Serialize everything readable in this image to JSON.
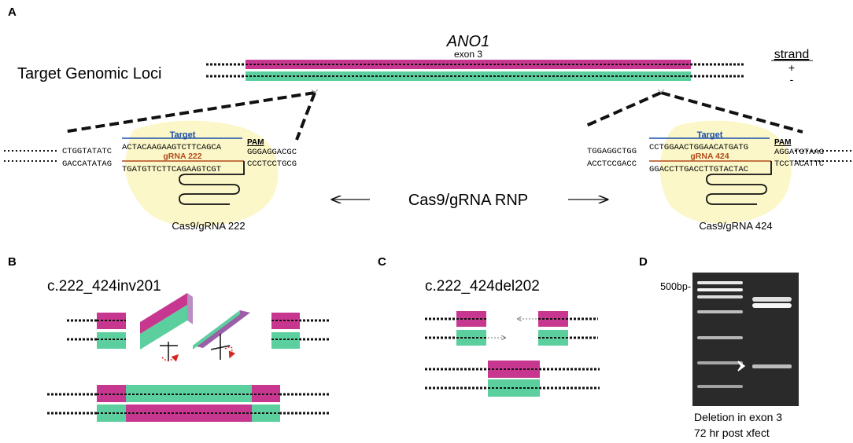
{
  "panels": {
    "a": {
      "letter": "A",
      "gene": "ANO1",
      "exon": "exon 3",
      "locus_label": "Target Genomic Loci",
      "strand": {
        "heading": "strand",
        "plus": "+",
        "minus": "-"
      },
      "left_site": {
        "target_label": "Target",
        "pam_label": "PAM",
        "grna_label": "gRNA 222",
        "flank_top": "CTGGTATATC",
        "target_seq": "ACTACAAGAAGTCTTCAGCA",
        "pam_top": "GGGAGGACGC",
        "flank_bottom": "GACCATATAG",
        "guide_bottom": "TGATGTTCTTCAGAAGTCGT",
        "pam_bottom": "CCCTCCTGCG",
        "complex_label": "Cas9/gRNA 222"
      },
      "right_site": {
        "target_label": "Target",
        "pam_label": "PAM",
        "grna_label": "gRNA 424",
        "flank_top": "TGGAGGCTGG",
        "target_seq": "CCTGGAACTGGAACATGATG",
        "pam_top": "AGGATGTAAG",
        "flank_bottom": "ACCTCCGACC",
        "guide_bottom": "GGACCTTGACCTTGTACTAC",
        "pam_bottom": "TCCTACATTC",
        "complex_label": "Cas9/gRNA 424"
      },
      "rnp_label": "Cas9/gRNA RNP"
    },
    "b": {
      "letter": "B",
      "title": "c.222_424inv201"
    },
    "c": {
      "letter": "C",
      "title": "c.222_424del202"
    },
    "d": {
      "letter": "D",
      "marker": "500bp-",
      "caption_line1": "Deletion in exon 3",
      "caption_line2": "72 hr post xfect"
    }
  },
  "colors": {
    "plus_strand": "#c8378f",
    "minus_strand": "#5ccf9e",
    "target": "#1a4fa8",
    "grna": "#b24a1a",
    "cas9": "#fbf7c8",
    "arrow_red": "#d7261e",
    "gel": "#2a2a2a"
  }
}
